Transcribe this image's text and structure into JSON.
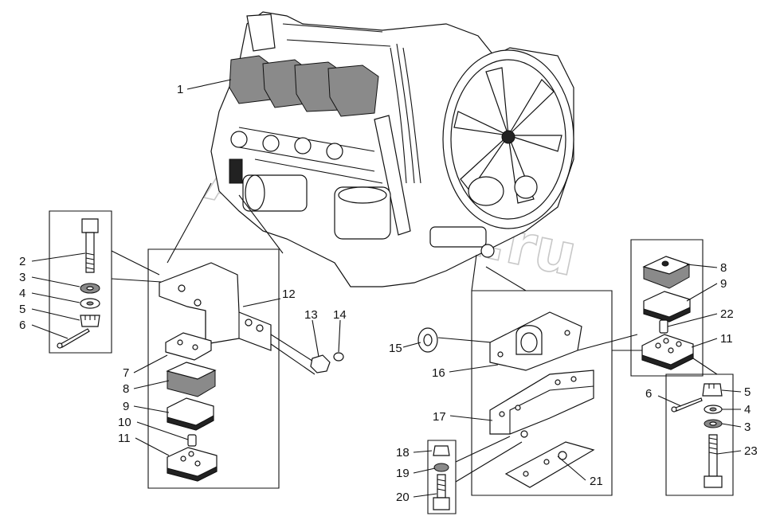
{
  "watermark": "AutoSoft.ru",
  "labels": {
    "l1": "1",
    "l2": "2",
    "l3": "3",
    "l4": "4",
    "l5": "5",
    "l6": "6",
    "l7": "7",
    "l8": "8",
    "l9": "9",
    "l10": "10",
    "l11": "11",
    "l12": "12",
    "l13": "13",
    "l14": "14",
    "l15": "15",
    "l16": "16",
    "l17": "17",
    "l18": "18",
    "l19": "19",
    "l20": "20",
    "l21": "21",
    "r8": "8",
    "r9": "9",
    "r22": "22",
    "r11": "11",
    "r6": "6",
    "r5": "5",
    "r4": "4",
    "r3": "3",
    "r23": "23"
  }
}
